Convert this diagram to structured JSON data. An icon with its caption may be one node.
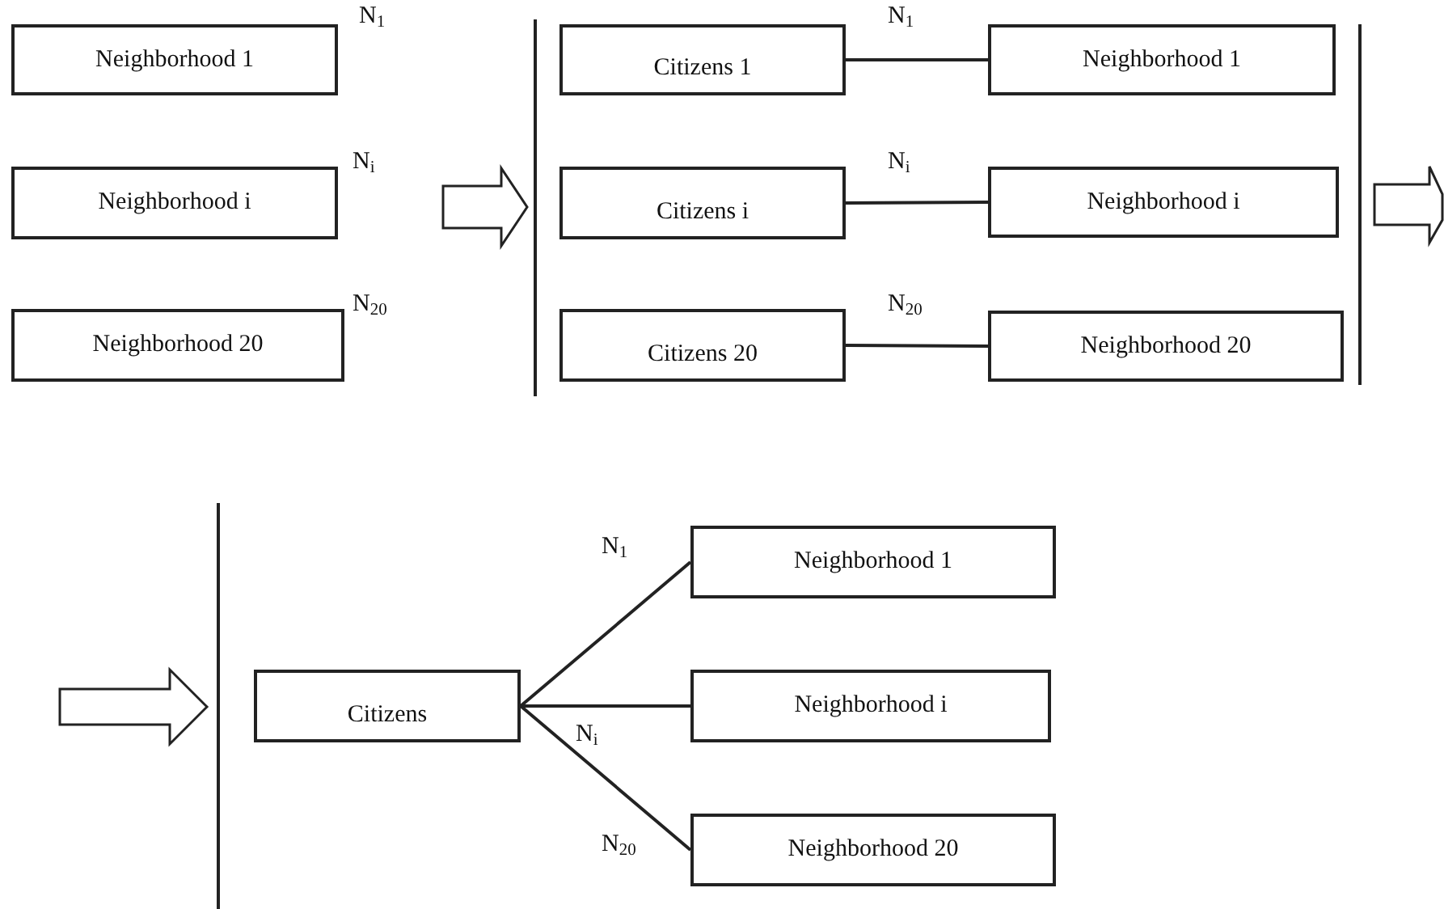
{
  "diagram": {
    "nodes": [
      {
        "text": [
          "Neighborhood 1"
        ],
        "beside": [
          "N$_{1}$"
        ]
      },
      {
        "text": [
          "Neighborhood i"
        ],
        "beside": [
          "N$_{i}$"
        ]
      },
      {
        "text": [
          "Neighborhood 20"
        ],
        "beside": [
          "N$_{20}$"
        ]
      },
      {
        "text": [
          "Citizens 1"
        ]
      },
      {
        "text": [
          "Neighborhood 1"
        ]
      },
      {
        "text": [
          "Citizens i"
        ]
      },
      {
        "text": [
          "Neighborhood i"
        ]
      },
      {
        "text": [
          "Citizens 20"
        ]
      },
      {
        "text": [
          "Neighborhood 20"
        ]
      },
      {
        "text": [
          "Citizens"
        ]
      },
      {
        "text": [
          "Neighborhood 1"
        ]
      },
      {
        "text": [
          "Neighborhood i"
        ]
      },
      {
        "text": [
          "Neighborhood 20"
        ]
      }
    ],
    "edges": [
      {
        "from": 3,
        "to": 4,
        "arrow": "none",
        "label": "N$_{1}$"
      },
      {
        "from": 5,
        "to": 6,
        "arrow": "none",
        "label": "N$_{i}$"
      },
      {
        "from": 7,
        "to": 8,
        "arrow": "none",
        "label": "N$_{20}$"
      },
      {
        "from": 9,
        "to": 10,
        "arrow": "none",
        "label": "N$_{1}$"
      },
      {
        "from": 9,
        "to": 11,
        "arrow": "none",
        "label": "N$_{i}$"
      },
      {
        "from": 9,
        "to": 12,
        "arrow": "none",
        "label": "N$_{20}$"
      }
    ]
  }
}
